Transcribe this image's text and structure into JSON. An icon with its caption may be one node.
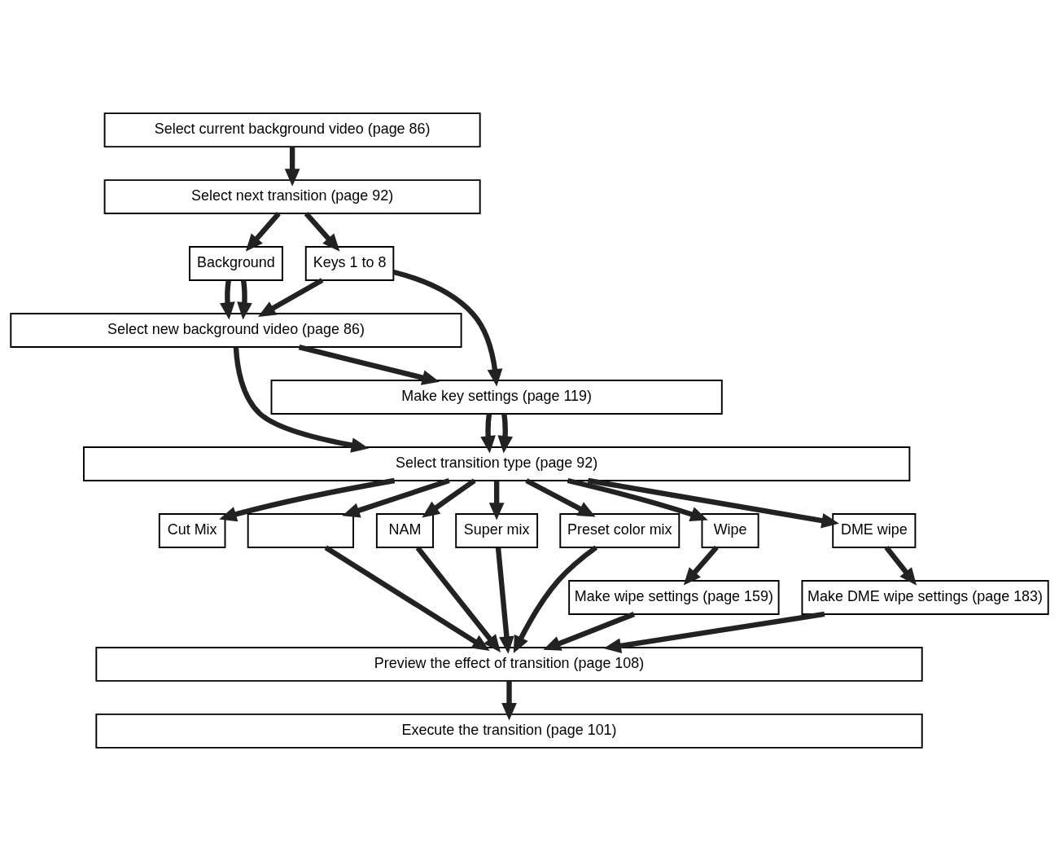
{
  "diagram": {
    "nodes": [
      {
        "text": [
          "Select current background video (page 86)"
        ]
      },
      {
        "text": [
          "Select next transition (page 92)"
        ]
      },
      {
        "text": [
          "Background"
        ]
      },
      {
        "text": [
          "Keys 1 to 8"
        ]
      },
      {
        "text": [
          "Select new background video (page 86)"
        ]
      },
      {
        "text": [
          "Make key settings (page 119)"
        ]
      },
      {
        "text": [
          "Select transition type (page 92)"
        ]
      },
      {
        "text": [
          "Cut Mix"
        ]
      },
      {
        "text": [],
        "shape": "box"
      },
      {
        "text": [
          "NAM"
        ]
      },
      {
        "text": [
          "Super mix"
        ]
      },
      {
        "text": [
          "Preset color mix"
        ]
      },
      {
        "text": [
          "Wipe"
        ]
      },
      {
        "text": [
          "DME wipe"
        ]
      },
      {
        "text": [
          "Make wipe settings (page 159)"
        ]
      },
      {
        "text": [
          "Make DME wipe settings (page 183)"
        ]
      },
      {
        "text": [
          "Preview the effect of transition (page 108)"
        ]
      },
      {
        "text": [
          "Execute the transition (page 101)"
        ]
      }
    ],
    "edges": [
      {
        "from": 0,
        "to": 1,
        "arrow": "to"
      },
      {
        "from": 1,
        "to": 2,
        "arrow": "to"
      },
      {
        "from": 1,
        "to": 3,
        "arrow": "to"
      },
      {
        "from": 2,
        "to": 4,
        "arrow": "to"
      },
      {
        "from": 2,
        "to": 4,
        "arrow": "to"
      },
      {
        "from": 3,
        "to": 4,
        "arrow": "to"
      },
      {
        "from": 4,
        "to": 5,
        "arrow": "to"
      },
      {
        "from": 3,
        "to": 5,
        "arrow": "to"
      },
      {
        "from": 4,
        "to": 6,
        "arrow": "to"
      },
      {
        "from": 5,
        "to": 6,
        "arrow": "to"
      },
      {
        "from": 5,
        "to": 6,
        "arrow": "to"
      },
      {
        "from": 6,
        "to": 7,
        "arrow": "to"
      },
      {
        "from": 6,
        "to": 8,
        "arrow": "to"
      },
      {
        "from": 6,
        "to": 9,
        "arrow": "to"
      },
      {
        "from": 6,
        "to": 10,
        "arrow": "to"
      },
      {
        "from": 6,
        "to": 11,
        "arrow": "to"
      },
      {
        "from": 6,
        "to": 12,
        "arrow": "to"
      },
      {
        "from": 6,
        "to": 13,
        "arrow": "to"
      },
      {
        "from": 8,
        "to": 16,
        "arrow": "to"
      },
      {
        "from": 9,
        "to": 16,
        "arrow": "to"
      },
      {
        "from": 10,
        "to": 16,
        "arrow": "to"
      },
      {
        "from": 11,
        "to": 16,
        "arrow": "to"
      },
      {
        "from": 12,
        "to": 14,
        "arrow": "to"
      },
      {
        "from": 13,
        "to": 15,
        "arrow": "to"
      },
      {
        "from": 14,
        "to": 16,
        "arrow": "to"
      },
      {
        "from": 15,
        "to": 16,
        "arrow": "to"
      },
      {
        "from": 16,
        "to": 17,
        "arrow": "to"
      }
    ]
  }
}
